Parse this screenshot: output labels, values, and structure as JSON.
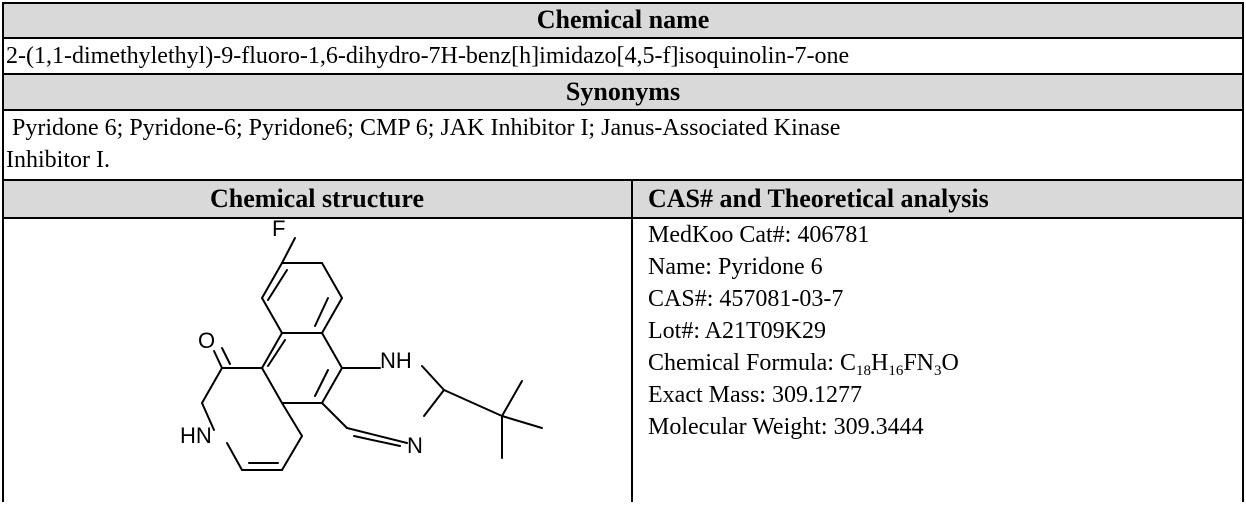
{
  "chemical_name": {
    "header": "Chemical name",
    "value": "2-(1,1-dimethylethyl)-9-fluoro-1,6-dihydro-7H-benz[h]imidazo[4,5-f]isoquinolin-7-one"
  },
  "synonyms": {
    "header": "Synonyms",
    "line1": " Pyridone 6; Pyridone-6; Pyridone6; CMP 6; JAK Inhibitor I; Janus-Associated Kinase",
    "line2": "Inhibitor I."
  },
  "structure": {
    "header": "Chemical structure",
    "atom_labels": {
      "f": "F",
      "o": "O",
      "nh": "NH",
      "hn": "HN",
      "n": "N"
    }
  },
  "analysis": {
    "header": "CAS# and Theoretical analysis",
    "cat": "MedKoo Cat#: 406781",
    "name": "Name: Pyridone 6",
    "cas": "CAS#: 457081-03-7",
    "lot": "Lot#: A21T09K29",
    "formula_label": "Chemical Formula: ",
    "formula_parts": [
      "C",
      "18",
      "H",
      "16",
      "FN",
      "3",
      "O"
    ],
    "exact_mass": "Exact Mass: 309.1277",
    "molecular_weight": "Molecular Weight: 309.3444"
  }
}
